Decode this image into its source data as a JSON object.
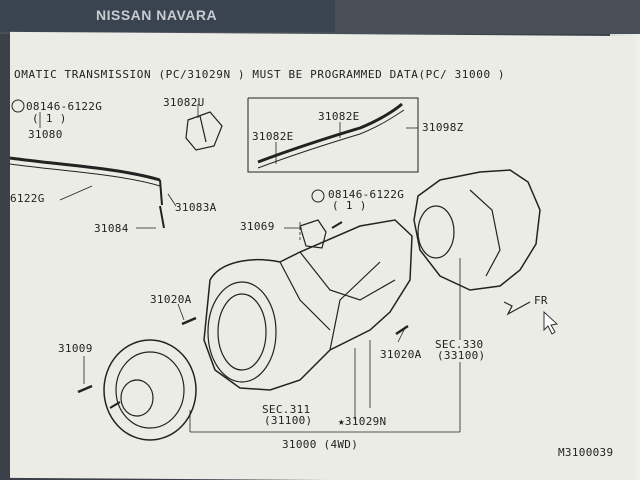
{
  "window": {
    "title": "NISSAN NAVARA"
  },
  "diagram": {
    "heading": "OMATIC TRANSMISSION (PC/31029N ) MUST BE PROGRAMMED DATA(PC/ 31000 )",
    "drawing_id": "M3100039",
    "parts": {
      "bolt_left": "08146-6122G",
      "bolt_left_qty": "( 1 )",
      "p31080": "31080",
      "bolt_left_partial": "6122G",
      "p31084": "31084",
      "p31083a": "31083A",
      "p31082u": "31082U",
      "p31082e_a": "31082E",
      "p31082e_b": "31082E",
      "p31098z": "31098Z",
      "bolt_mid": "08146-6122G",
      "bolt_mid_qty": "( 1 )",
      "p31069": "31069",
      "p31020a_left": "31020A",
      "p31009": "31009",
      "p31020a_right": "31020A",
      "sec330": "SEC.330",
      "sec330_sub": "(33100)",
      "sec311": "SEC.311",
      "sec311_sub": "(31100)",
      "p31029n": "★31029N",
      "p31000": "31000 (4WD)",
      "front_mark": "FR"
    }
  }
}
